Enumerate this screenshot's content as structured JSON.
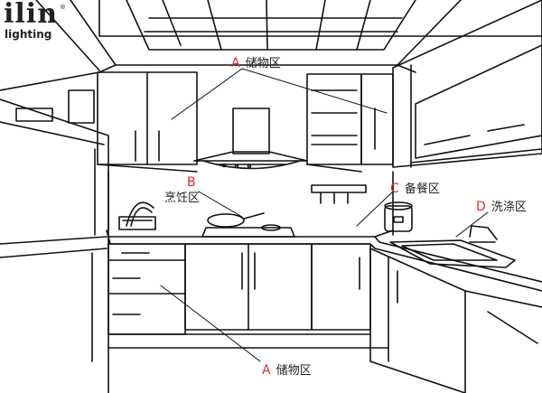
{
  "logo": {
    "name": "ilin",
    "sub": "lighting",
    "mark": "®"
  },
  "labels": [
    {
      "id": "storage-top",
      "letter": "A",
      "text": "储物区"
    },
    {
      "id": "cooking",
      "letter": "B",
      "text": "烹饪区"
    },
    {
      "id": "prep",
      "letter": "C",
      "text": "备餐区"
    },
    {
      "id": "washing",
      "letter": "D",
      "text": "洗涤区"
    },
    {
      "id": "storage-bottom",
      "letter": "A",
      "text": "储物区"
    }
  ],
  "colors": {
    "accent": "#e2272d",
    "line": "#111111",
    "text": "#222222"
  }
}
